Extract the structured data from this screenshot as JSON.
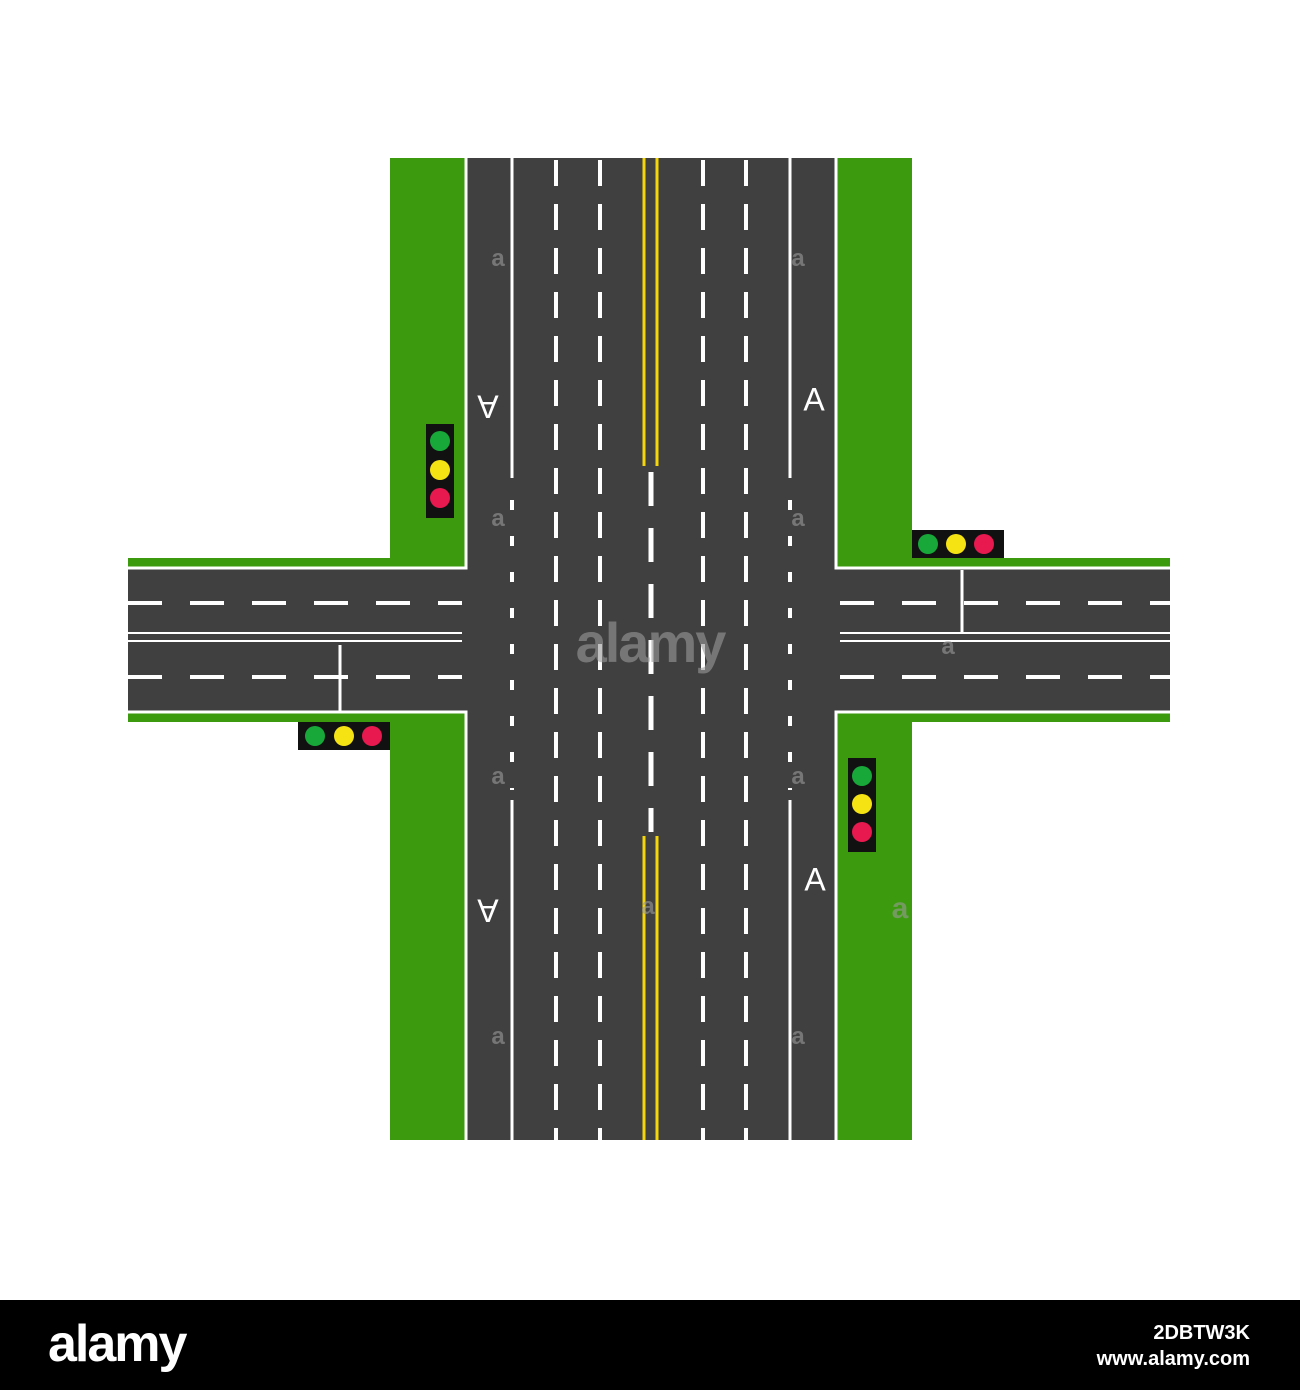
{
  "scene": {
    "colors": {
      "grass": "#3c9a0e",
      "asphalt": "#404040",
      "marking_white": "#ffffff",
      "marking_yellow": "#f5d60a",
      "light_housing": "#111111",
      "light_green": "#18a83a",
      "light_yellow": "#f6e314",
      "light_red": "#e8194f"
    },
    "lane_letters": [
      "A",
      "A",
      "A",
      "A"
    ],
    "traffic_lights": [
      "traffic-light-nw",
      "traffic-light-ne",
      "traffic-light-sw",
      "traffic-light-se"
    ],
    "watermark": {
      "center": "alamy",
      "small": "a"
    }
  },
  "footer": {
    "logo": "alamy",
    "image_id": "2DBTW3K",
    "site": "www.alamy.com"
  }
}
